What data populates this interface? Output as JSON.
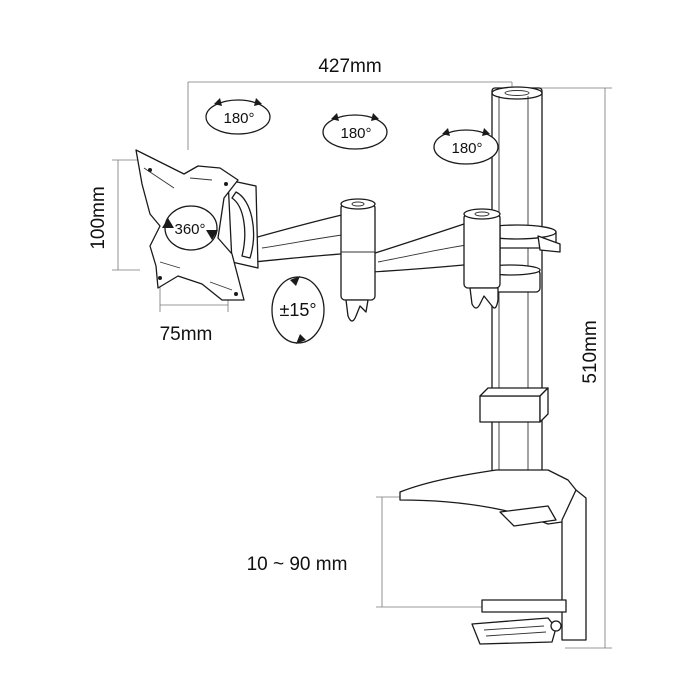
{
  "dimensions": {
    "arm_reach": "427mm",
    "height": "510mm",
    "vesa_height": "100mm",
    "vesa_width": "75mm",
    "desk_clamp": "10 ~ 90 mm"
  },
  "rotations": {
    "joint_1": "180°",
    "joint_2": "180°",
    "joint_3": "180°",
    "plate_rotation": "360°",
    "tilt": "±15°"
  }
}
